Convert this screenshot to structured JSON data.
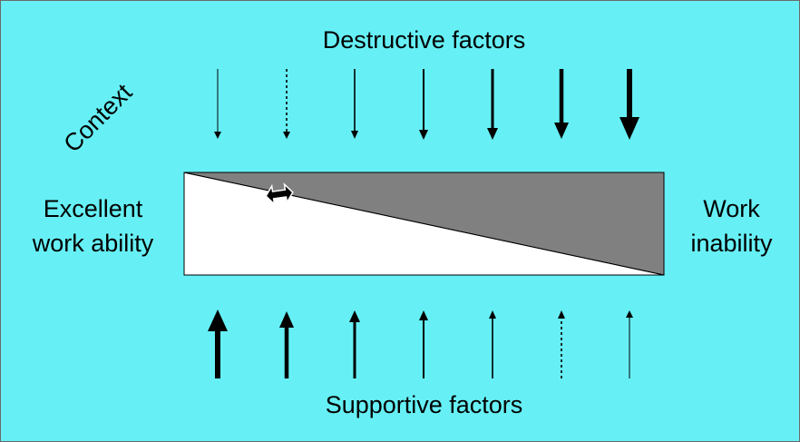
{
  "title_top": "Destructive factors",
  "title_bottom": "Supportive factors",
  "context": "Context",
  "left_label": {
    "line1": "Excellent",
    "line2": "work ability"
  },
  "right_label": {
    "line1": "Work",
    "line2": "inability"
  },
  "colors": {
    "background": "#66f0f5",
    "wedge_dark": "#808080",
    "wedge_light": "#ffffff",
    "arrow": "#000000"
  },
  "icons": {
    "down_arrows": "arrow-down-icon",
    "up_arrows": "arrow-up-icon",
    "balance_marker": "double-arrow-icon"
  }
}
